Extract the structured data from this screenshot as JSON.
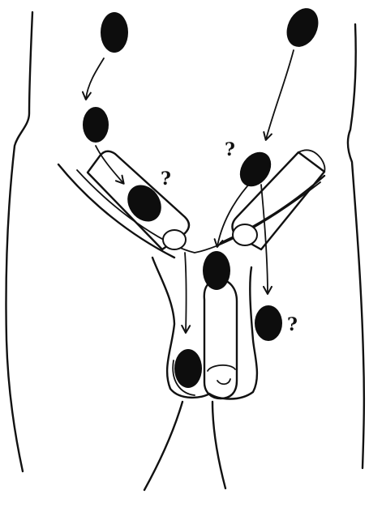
{
  "figure": {
    "question_mark": "?",
    "colors": {
      "ink": "#111111",
      "mass": "#0d0d0d",
      "paper": "#ffffff"
    }
  },
  "annotations": [
    {
      "id": "q-left-canal",
      "text": "?"
    },
    {
      "id": "q-right-canal",
      "text": "?"
    },
    {
      "id": "q-ectopic",
      "text": "?"
    }
  ]
}
